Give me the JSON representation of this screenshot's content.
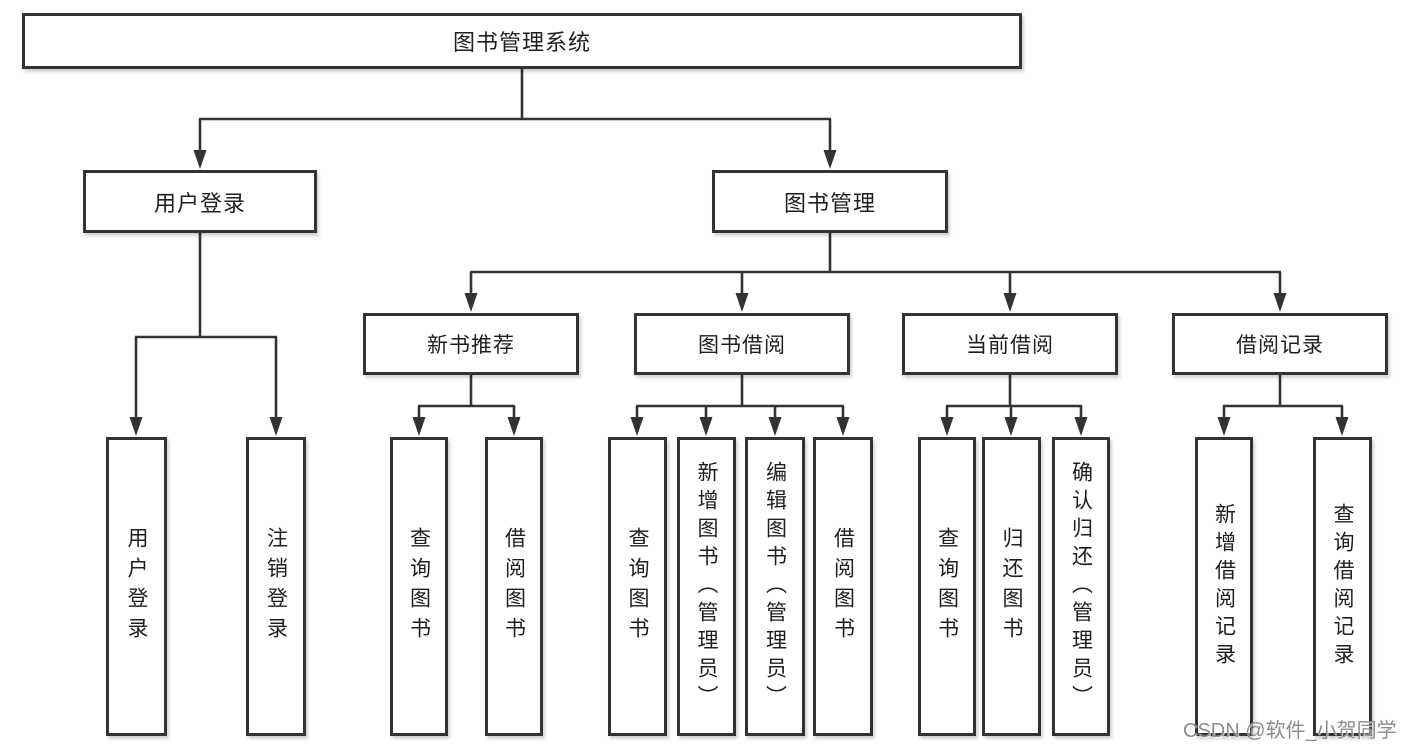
{
  "tree": {
    "label": "图书管理系统",
    "children": [
      {
        "label": "用户登录",
        "children": [
          {
            "label": "用户登录"
          },
          {
            "label": "注销登录"
          }
        ]
      },
      {
        "label": "图书管理",
        "children": [
          {
            "label": "新书推荐",
            "children": [
              {
                "label": "查询图书"
              },
              {
                "label": "借阅图书"
              }
            ]
          },
          {
            "label": "图书借阅",
            "children": [
              {
                "label": "查询图书"
              },
              {
                "label": "新增图书（管理员）"
              },
              {
                "label": "编辑图书（管理员）"
              },
              {
                "label": "借阅图书"
              }
            ]
          },
          {
            "label": "当前借阅",
            "children": [
              {
                "label": "查询图书"
              },
              {
                "label": "归还图书"
              },
              {
                "label": "确认归还（管理员）"
              }
            ]
          },
          {
            "label": "借阅记录",
            "children": [
              {
                "label": "新增借阅记录"
              },
              {
                "label": "查询借阅记录"
              }
            ]
          }
        ]
      }
    ]
  },
  "watermark": {
    "text": "CSDN @软件_小贺同学"
  },
  "colors": {
    "line": "#333333",
    "text": "#1f1f1f",
    "watermark": "#8c8c8c",
    "bg": "#ffffff"
  }
}
